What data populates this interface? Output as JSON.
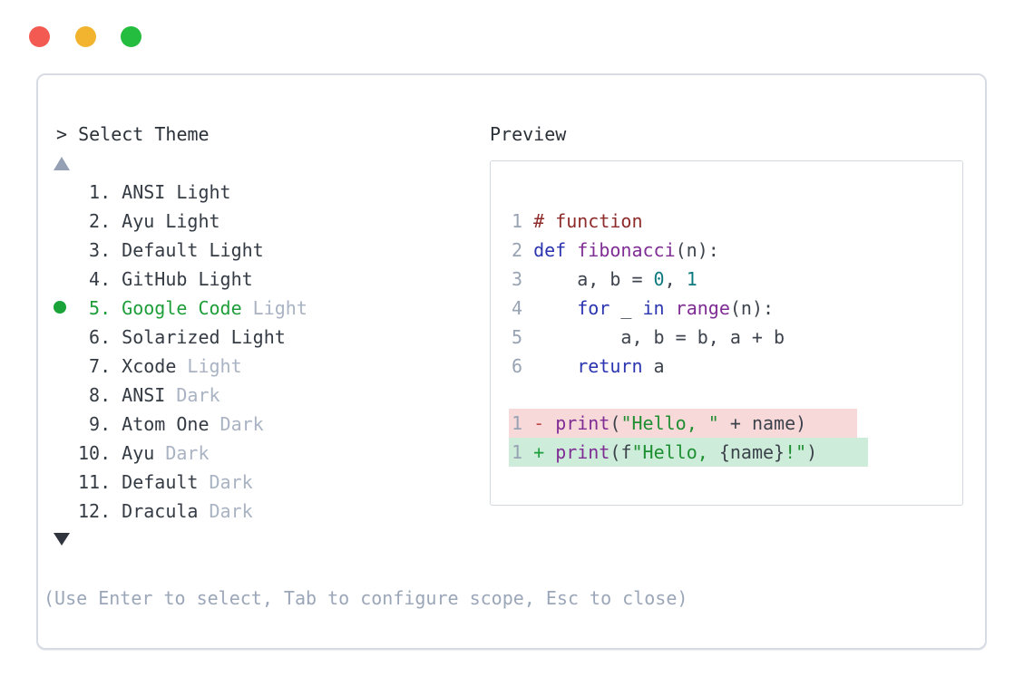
{
  "window": {
    "controls": [
      {
        "name": "close",
        "color": "#f25a52"
      },
      {
        "name": "minimize",
        "color": "#f2b42f"
      },
      {
        "name": "zoom",
        "color": "#25bd40"
      }
    ]
  },
  "theme_picker": {
    "prompt": "> Select Theme",
    "items": [
      {
        "num": " 1. ",
        "name": "ANSI Light",
        "suffix": "",
        "selected": false
      },
      {
        "num": " 2. ",
        "name": "Ayu Light",
        "suffix": "",
        "selected": false
      },
      {
        "num": " 3. ",
        "name": "Default Light",
        "suffix": "",
        "selected": false
      },
      {
        "num": " 4. ",
        "name": "GitHub Light",
        "suffix": "",
        "selected": false
      },
      {
        "num": " 5. ",
        "name": "Google Code",
        "suffix": " Light",
        "selected": true
      },
      {
        "num": " 6. ",
        "name": "Solarized Light",
        "suffix": "",
        "selected": false
      },
      {
        "num": " 7. ",
        "name": "Xcode",
        "suffix": " Light",
        "selected": false
      },
      {
        "num": " 8. ",
        "name": "ANSI",
        "suffix": " Dark",
        "selected": false
      },
      {
        "num": " 9. ",
        "name": "Atom One",
        "suffix": " Dark",
        "selected": false
      },
      {
        "num": "10. ",
        "name": "Ayu",
        "suffix": " Dark",
        "selected": false
      },
      {
        "num": "11. ",
        "name": "Default",
        "suffix": " Dark",
        "selected": false
      },
      {
        "num": "12. ",
        "name": "Dracula",
        "suffix": " Dark",
        "selected": false
      }
    ],
    "hint": "(Use Enter to select, Tab to configure scope, Esc to close)"
  },
  "preview": {
    "title": "Preview",
    "code_lines": [
      [
        [
          "ln",
          "1 "
        ],
        [
          "cm",
          "# function"
        ]
      ],
      [
        [
          "ln",
          "2 "
        ],
        [
          "kw",
          "def"
        ],
        [
          "pl",
          " "
        ],
        [
          "fn",
          "fibonacci"
        ],
        [
          "pl",
          "(n):"
        ]
      ],
      [
        [
          "ln",
          "3 "
        ],
        [
          "pl",
          "    a, b = "
        ],
        [
          "lit",
          "0"
        ],
        [
          "pl",
          ", "
        ],
        [
          "lit",
          "1"
        ]
      ],
      [
        [
          "ln",
          "4 "
        ],
        [
          "pl",
          "    "
        ],
        [
          "kw",
          "for"
        ],
        [
          "pl",
          " _ "
        ],
        [
          "kw",
          "in"
        ],
        [
          "pl",
          " "
        ],
        [
          "fn",
          "range"
        ],
        [
          "pl",
          "(n):"
        ]
      ],
      [
        [
          "ln",
          "5 "
        ],
        [
          "pl",
          "        a, b = b, a + b"
        ]
      ],
      [
        [
          "ln",
          "6 "
        ],
        [
          "pl",
          "    "
        ],
        [
          "kw",
          "return"
        ],
        [
          "pl",
          " a"
        ]
      ]
    ],
    "diff_lines": [
      {
        "kind": "removed",
        "tokens": [
          [
            "ln",
            "1 "
          ],
          [
            "del",
            "- "
          ],
          [
            "fn",
            "print"
          ],
          [
            "pl",
            "("
          ],
          [
            "st",
            "\"Hello, \""
          ],
          [
            "pl",
            " + name)"
          ]
        ]
      },
      {
        "kind": "added",
        "tokens": [
          [
            "ln",
            "1 "
          ],
          [
            "add",
            "+ "
          ],
          [
            "fn",
            "print"
          ],
          [
            "pl",
            "(f"
          ],
          [
            "st",
            "\"Hello, "
          ],
          [
            "pl",
            "{name}"
          ],
          [
            "st",
            "!\""
          ],
          [
            "pl",
            ")"
          ]
        ]
      }
    ]
  },
  "colors": {
    "text": "#31373f",
    "dim_text": "#a9b3c3",
    "selection_green": "#1e9e3a",
    "bullet_green": "#1aa338",
    "keyword": "#2b35b0",
    "function_name": "#7f2c94",
    "comment": "#8e2b2b",
    "string": "#1d8f31",
    "number_literal": "#0e7a80",
    "diff_removed_text": "#c04545",
    "diff_added_text": "#1e9e3a",
    "diff_removed_bg": "#f8d9d9",
    "diff_added_bg": "#cdecd9",
    "line_number": "#98a3b4",
    "panel_border": "#d7dce4",
    "traffic_red": "#f25a52",
    "traffic_yellow": "#f2b42f",
    "traffic_green": "#25bd40"
  }
}
